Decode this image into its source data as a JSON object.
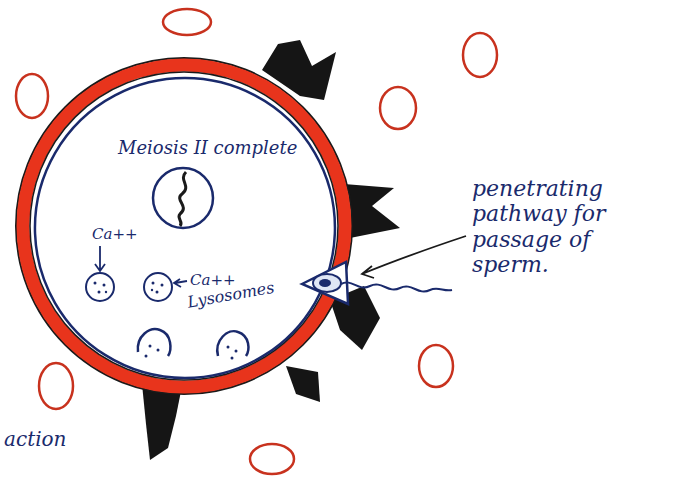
{
  "diagram": {
    "labels": [
      "Meiosis II complete",
      "Ca++",
      "Ca++",
      "Lysosomes",
      "penetrating pathway for passage of sperm.",
      "action"
    ]
  }
}
